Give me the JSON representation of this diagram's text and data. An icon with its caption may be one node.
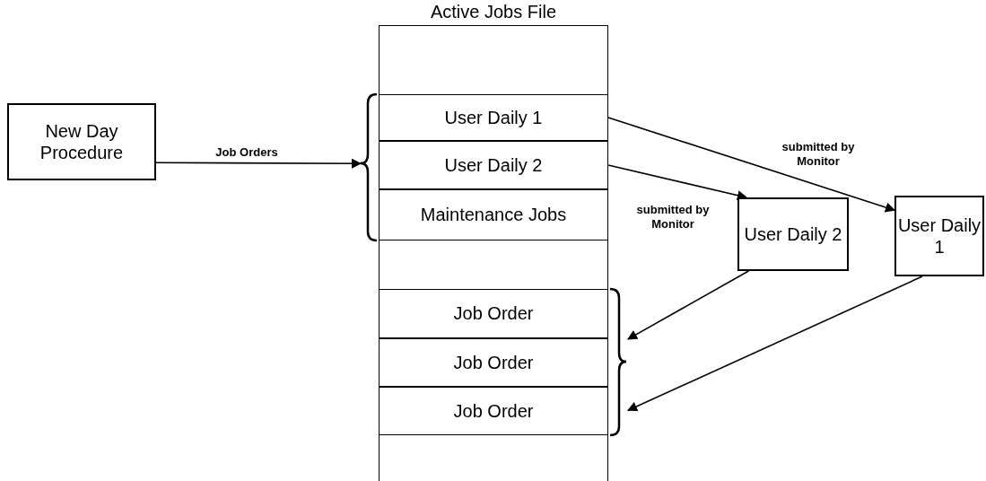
{
  "diagram": {
    "nodes": [
      {
        "text": [
          "Active Jobs File"
        ]
      },
      {
        "text": [
          "User Daily 1"
        ],
        "in": 0
      },
      {
        "text": [
          "User Daily 2"
        ],
        "in": 0
      },
      {
        "text": [
          "Maintenance Jobs"
        ],
        "in": 0
      },
      {
        "text": [
          "Job Order"
        ],
        "in": 0
      },
      {
        "text": [
          "Job Order"
        ],
        "in": 0
      },
      {
        "text": [
          "Job Order"
        ],
        "in": 0
      },
      {
        "text": [
          "New Day Procedure"
        ]
      },
      {
        "text": [
          "User Daily 2"
        ]
      },
      {
        "text": [
          "User Daily 1"
        ]
      }
    ],
    "edges": [
      {
        "from": 7,
        "to": 0,
        "arrow": "to",
        "label": "Job Orders"
      },
      {
        "from": 1,
        "to": 9,
        "arrow": "to",
        "label": "submitted by Monitor"
      },
      {
        "from": 2,
        "to": 8,
        "arrow": "to",
        "label": "submitted by Monitor"
      },
      {
        "from": 8,
        "to": 0,
        "arrow": "to"
      },
      {
        "from": 9,
        "to": 0,
        "arrow": "to"
      }
    ]
  }
}
